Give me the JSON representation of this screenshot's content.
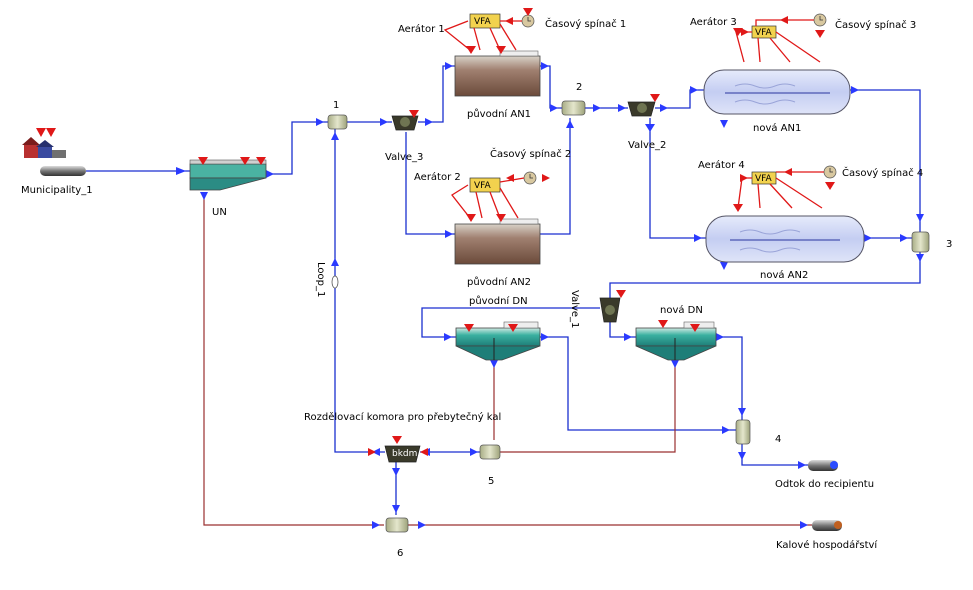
{
  "labels": {
    "municipality": "Municipality_1",
    "un": "UN",
    "mixer1": "1",
    "mixer2": "2",
    "mixer3": "3",
    "mixer4": "4",
    "mixer5": "5",
    "mixer6": "6",
    "valve3": "Valve_3",
    "valve2": "Valve_2",
    "valve1": "Valve_1",
    "loop1": "Loop_1",
    "aerator1": "Aerátor 1",
    "aerator2": "Aerátor 2",
    "aerator3": "Aerátor 3",
    "aerator4": "Aerátor 4",
    "timer1": "Časový spínač 1",
    "timer2": "Časový spínač 2",
    "timer3": "Časový spínač 3",
    "timer4": "Časový spínač 4",
    "an1_old": "původní AN1",
    "an2_old": "původní AN2",
    "an1_new": "nová AN1",
    "an2_new": "nová AN2",
    "dn_old": "původní DN",
    "dn_new": "nová DN",
    "splitter": "Rozdělovací komora pro přebytečný kal",
    "outflow": "Odtok do recipientu",
    "sludge": "Kalové hospodářství",
    "splitter_badge": "bkdm",
    "vfa": "VFA"
  },
  "colors": {
    "pipe": "#1a2fd0",
    "sludge_pipe": "#9a3030",
    "air_line": "#e01818",
    "clarifier_water": "#2fa79a",
    "tank_blue": "#c8d2f4"
  }
}
